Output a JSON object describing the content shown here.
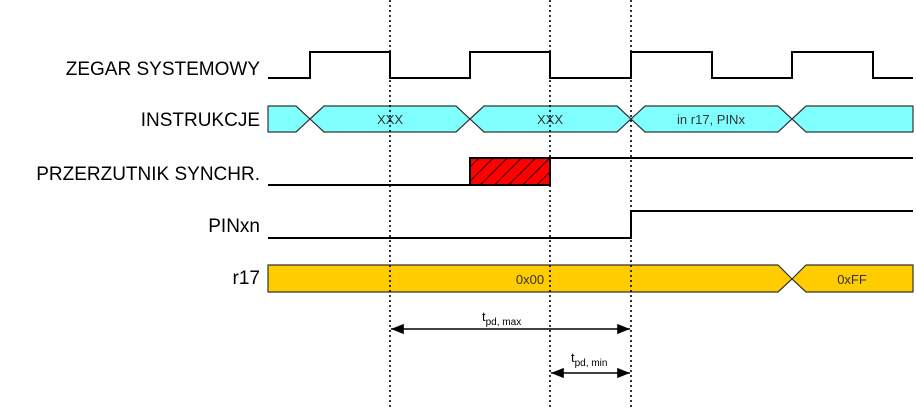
{
  "signals": {
    "clock": "ZEGAR SYSTEMOWY",
    "instructions": "INSTRUKCJE",
    "sync_flipflop": "PRZERZUTNIK SYNCHR.",
    "pin": "PINxn",
    "register": "r17"
  },
  "instruction_bus": [
    "XXX",
    "XXX",
    "in r17, PINx"
  ],
  "register_bus": [
    "0x00",
    "0xFF"
  ],
  "timing": {
    "tpd_max": {
      "main": "t",
      "sub": "pd, max"
    },
    "tpd_min": {
      "main": "t",
      "sub": "pd, min"
    }
  },
  "colors": {
    "instruction_bus": "#80ffff",
    "register_bus": "#ffcc00",
    "metastable_region": "#ff0000"
  }
}
